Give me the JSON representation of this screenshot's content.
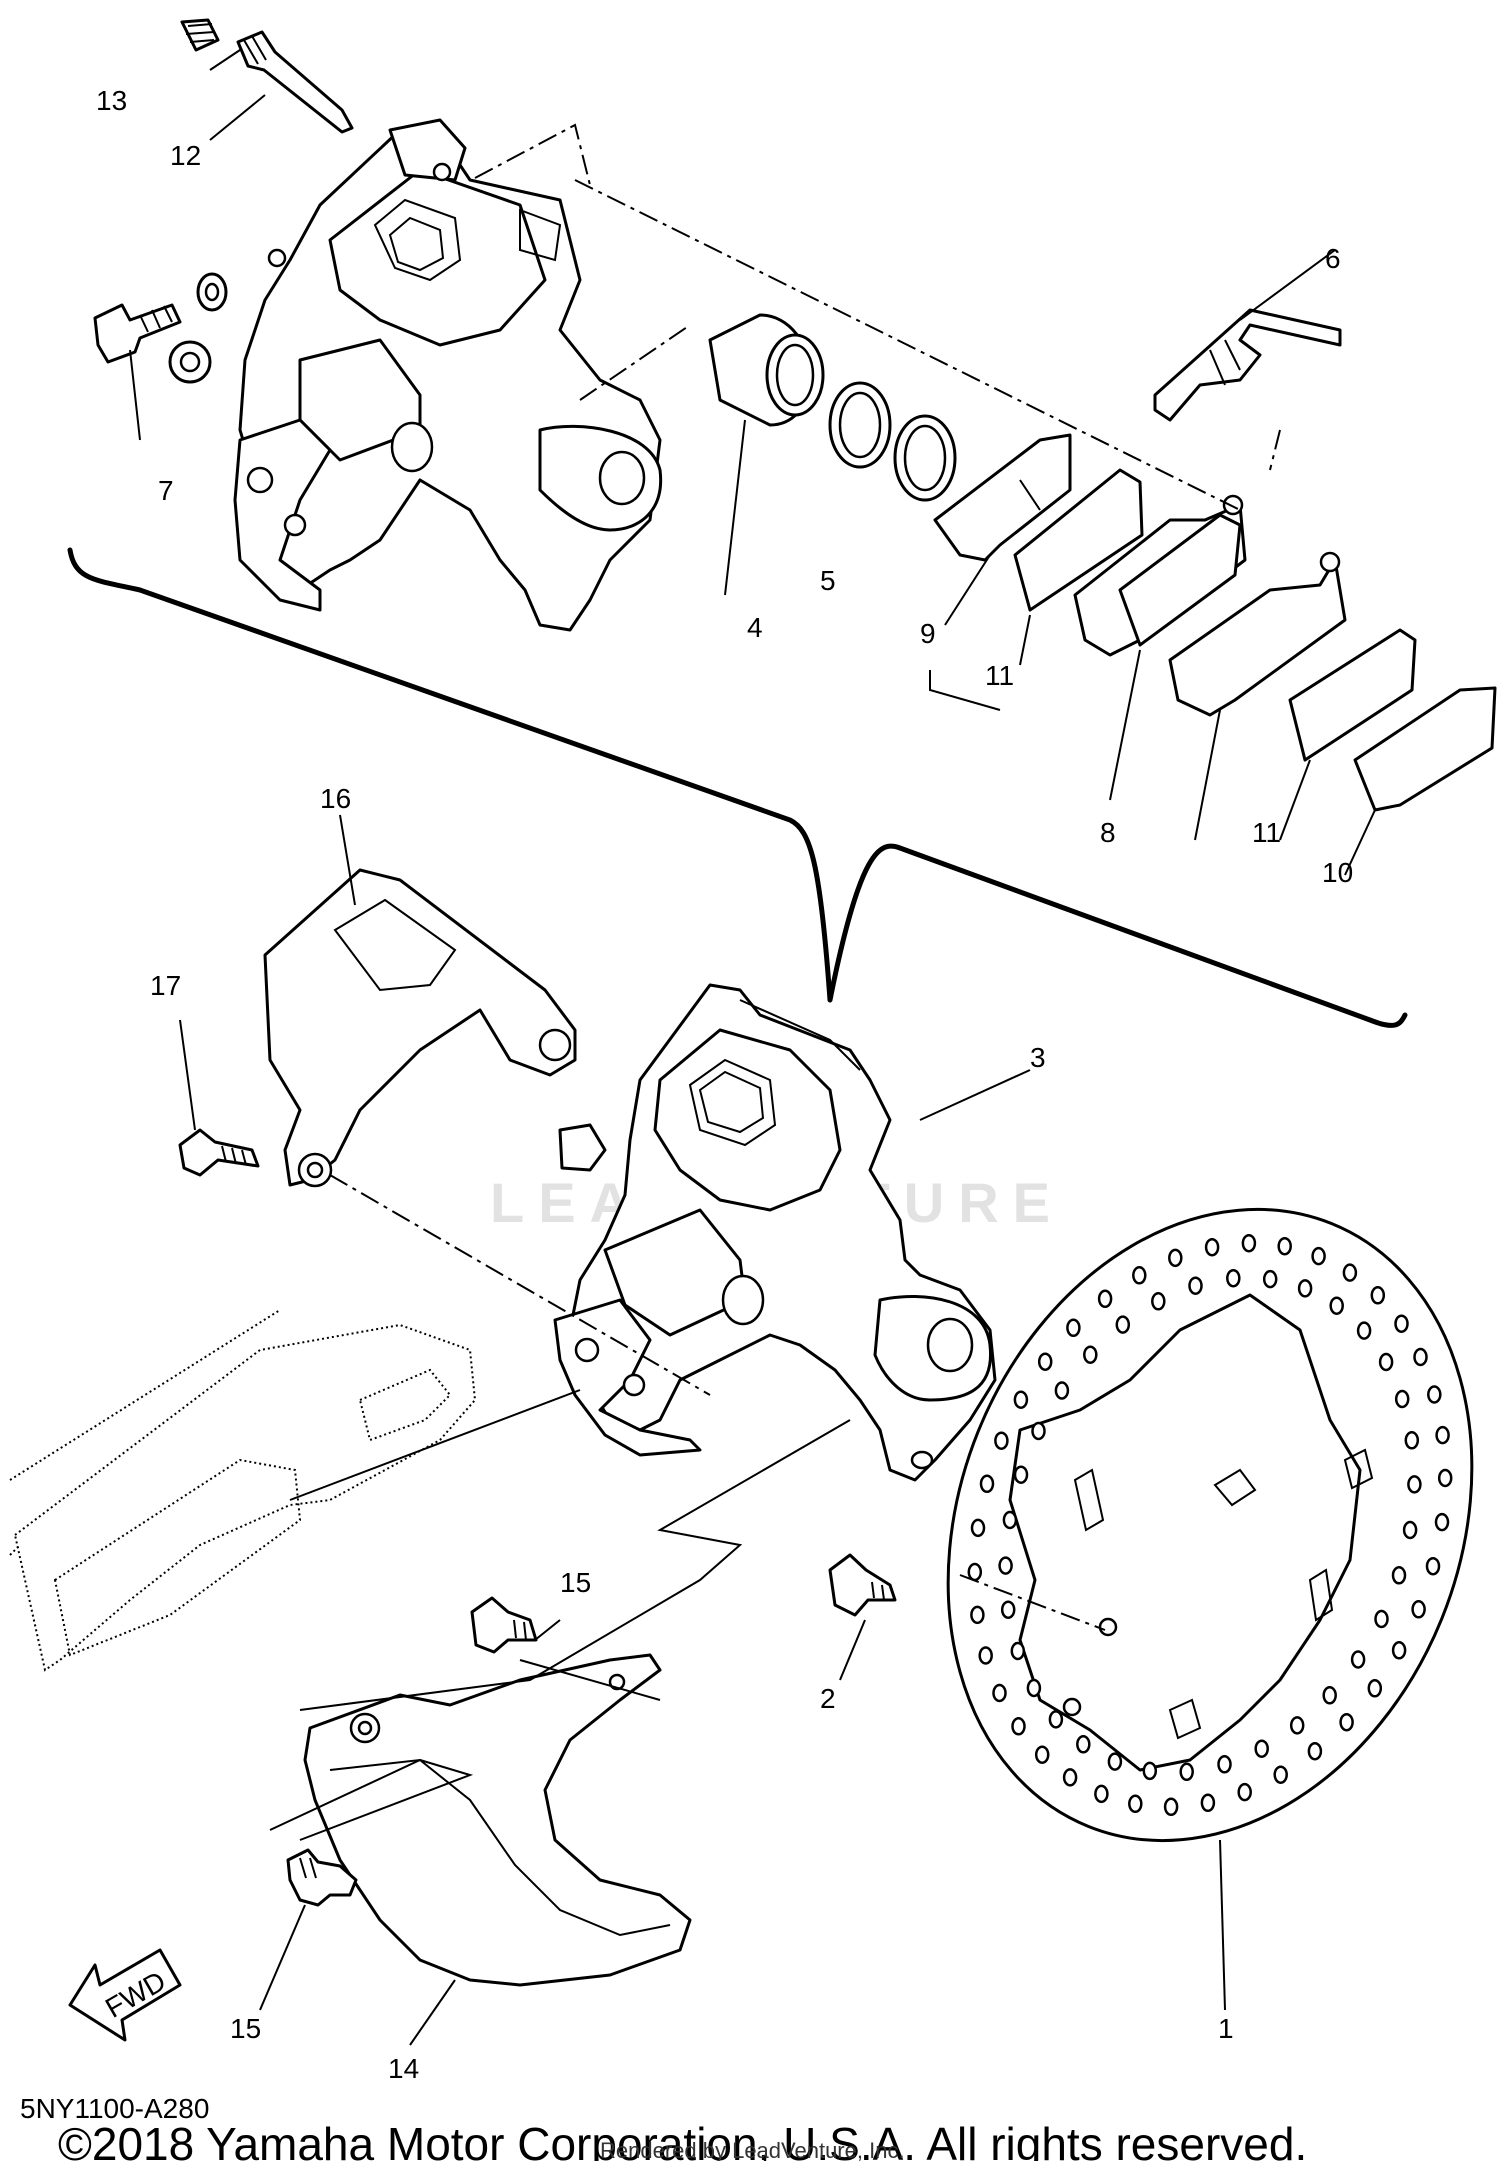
{
  "watermark": "LEADVENTURE",
  "diagram_code": "5NY1100-A280",
  "copyright": "©2018 Yamaha Motor Corporation, U.S.A. All rights reserved.",
  "rendered_by": "Rendered by LeadVenture, Inc.",
  "fwd_label": "FWD",
  "callouts": {
    "c1": "1",
    "c2": "2",
    "c3": "3",
    "c4": "4",
    "c5": "5",
    "c6": "6",
    "c7": "7",
    "c8": "8",
    "c9": "9",
    "c10": "10",
    "c11a": "11",
    "c11b": "11",
    "c12": "12",
    "c13": "13",
    "c14": "14",
    "c15a": "15",
    "c15b": "15",
    "c16": "16",
    "c17": "17"
  }
}
